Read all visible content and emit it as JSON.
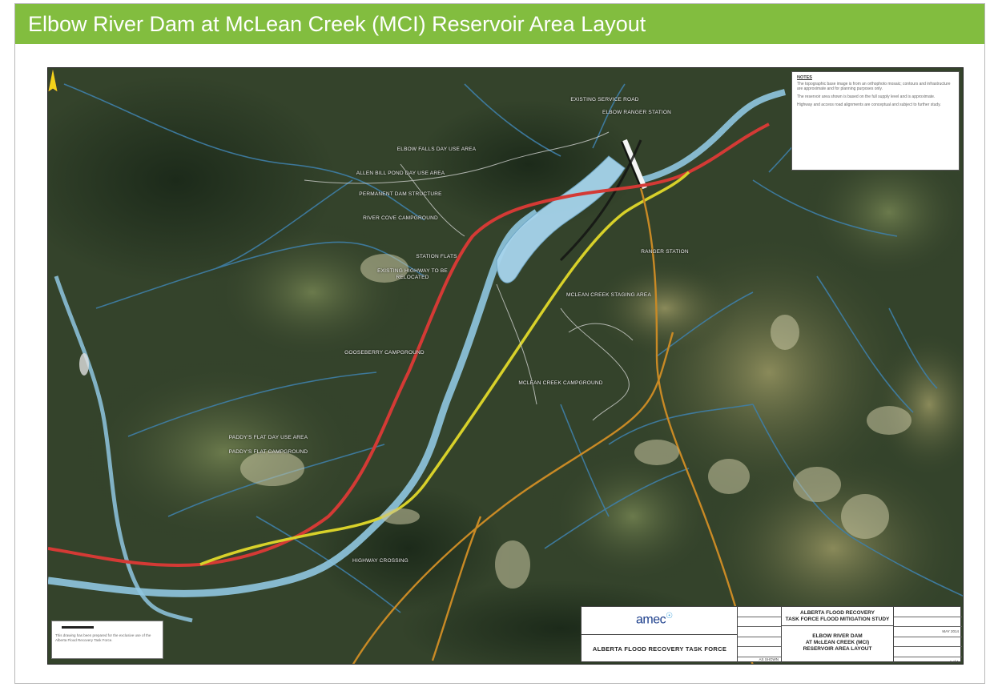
{
  "header": {
    "title": "Elbow River Dam at McLean Creek (MCI) Reservoir Area Layout",
    "bar_color": "#82bd3f"
  },
  "map": {
    "type": "aerial-imagery",
    "colors": {
      "forest": "#2d3a26",
      "river": "#8fc6e0",
      "reservoir": "#a6d4ec",
      "highway_existing": "#d43a35",
      "highway_relocated": "#d8d12a",
      "access_road": "#c98a25"
    },
    "north_arrow_icon": "north-arrow-icon",
    "place_labels": [
      "Elbow Ranger Station",
      "Elbow Falls Day Use Area",
      "Allen Bill Pond Day Use Area",
      "Permanent Dam Structure",
      "River Cove Campground",
      "Station Flats",
      "Existing Highway to be Relocated",
      "Gooseberry Campground",
      "Paddy's Flat Day Use Area",
      "Paddy's Flat Campground",
      "McLean Creek Campground",
      "Ranger Station",
      "McLean Creek Staging Area",
      "Highway Crossing",
      "Existing Service Road"
    ]
  },
  "notes": {
    "heading": "NOTES",
    "items": [
      "The topographic base image is from an orthophoto mosaic; contours and infrastructure are approximate and for planning purposes only.",
      "The reservoir area shown is based on the full supply level and is approximate.",
      "Highway and access road alignments are conceptual and subject to further study."
    ]
  },
  "scale_box": {
    "text": "This drawing has been prepared for the exclusive use of the Alberta Flood Recovery Task Force."
  },
  "title_block": {
    "logo_text": "amec",
    "client": "ALBERTA FLOOD RECOVERY TASK FORCE",
    "project_line1": "ALBERTA FLOOD RECOVERY",
    "project_line2": "TASK FORCE FLOOD MITIGATION STUDY",
    "drawing_line1": "ELBOW RIVER DAM",
    "drawing_line2": "AT McLEAN CREEK (MCI)",
    "drawing_line3": "RESERVOIR AREA LAYOUT",
    "date": "MAY 2014",
    "sheet": "1 of 1",
    "scale": "AS SHOWN"
  }
}
